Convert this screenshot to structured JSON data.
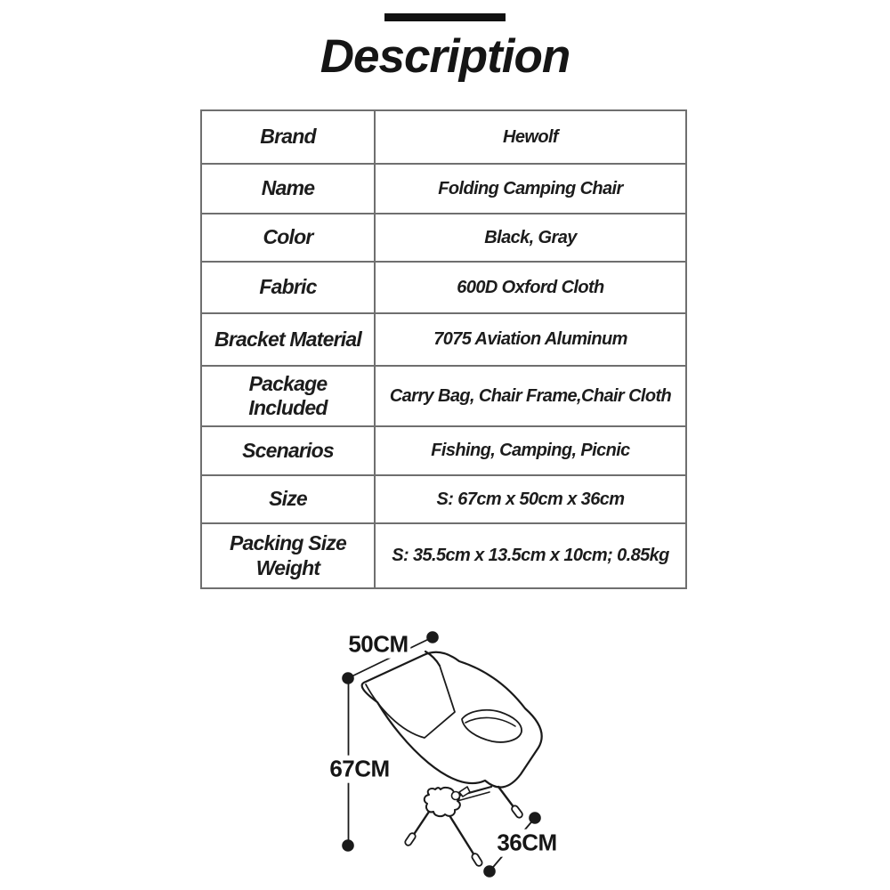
{
  "title": "Description",
  "table": {
    "rows": [
      {
        "label": "Brand",
        "value": "Hewolf"
      },
      {
        "label": "Name",
        "value": "Folding Camping Chair"
      },
      {
        "label": "Color",
        "value": "Black, Gray"
      },
      {
        "label": "Fabric",
        "value": "600D Oxford Cloth"
      },
      {
        "label": "Bracket Material",
        "value": "7075 Aviation Aluminum"
      },
      {
        "label": "Package\nIncluded",
        "value": "Carry Bag, Chair Frame,Chair Cloth"
      },
      {
        "label": "Scenarios",
        "value": "Fishing, Camping, Picnic"
      },
      {
        "label": "Size",
        "value": "S: 67cm x 50cm x 36cm"
      },
      {
        "label": "Packing Size\nWeight",
        "value": "S: 35.5cm x 13.5cm x 10cm; 0.85kg"
      }
    ]
  },
  "diagram": {
    "width_label": "50CM",
    "height_label": "67CM",
    "depth_label": "36CM"
  },
  "colors": {
    "ink": "#1a1a1a",
    "table_border": "#6f6f6f",
    "accent_bar": "#111111",
    "background": "#ffffff"
  }
}
